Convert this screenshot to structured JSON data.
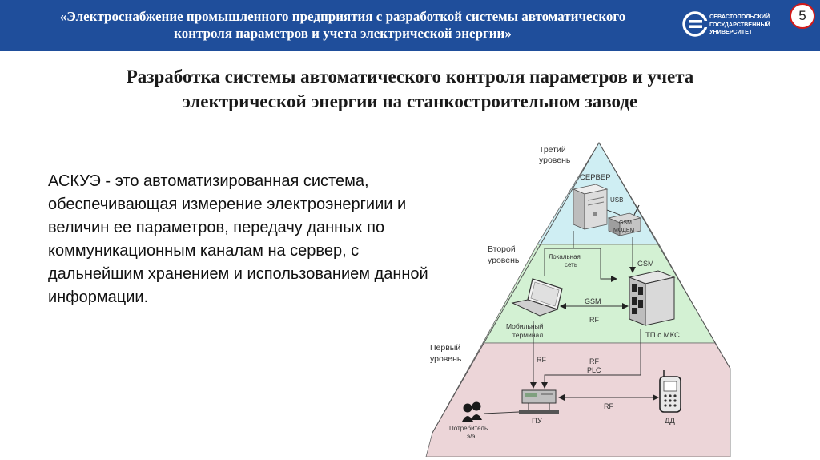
{
  "header": {
    "title_line1": "«Электроснабжение промышленного предприятия с разработкой системы автоматического",
    "title_line2": "контроля параметров и учета электрической энергии»",
    "logo_line1": "СЕВАСТОПОЛЬСКИЙ",
    "logo_line2": "ГОСУДАРСТВЕННЫЙ",
    "logo_line3": "УНИВЕРСИТЕТ",
    "slide_number": "5"
  },
  "slide": {
    "title_line1": "Разработка системы автоматического контроля параметров и учета",
    "title_line2": "электрической энергии на станкостроительном заводе",
    "body_text": "АСКУЭ - это автоматизированная система, обеспечивающая измерение электроэнергиии и величин ее параметров, передачу данных по коммуникационным каналам на сервер, с дальнейшим хранением и использованием данной информации."
  },
  "diagram": {
    "level3_line1": "Третий",
    "level3_line2": "уровень",
    "level2_line1": "Второй",
    "level2_line2": "уровень",
    "level1_line1": "Первый",
    "level1_line2": "уровень",
    "server_label": "СЕРВЕР",
    "usb_label": "USB",
    "gsm_modem_line1": "GSM",
    "gsm_modem_line2": "МОДЕМ",
    "local_net_line1": "Локальная",
    "local_net_line2": "сеть",
    "gsm_label_top": "GSM",
    "gsm_rf_line1": "GSM",
    "gsm_rf_line2": "RF",
    "mobile_line1": "Мобильный",
    "mobile_line2": "терминал",
    "tp_label": "ТП с МКС",
    "rf_left": "RF",
    "rf_plc_line1": "RF",
    "rf_plc_line2": "PLC",
    "rf_bottom": "RF",
    "pu_label": "ПУ",
    "dd_label": "ДД",
    "consumer_line1": "Потребитель",
    "consumer_line2": "э/э",
    "colors": {
      "level3_fill": "#cfeef3",
      "level2_fill": "#d3f1d3",
      "level1_fill": "#ecd5d8",
      "header_bg": "#1f4e9b",
      "badge_border": "#d21a1a"
    }
  }
}
